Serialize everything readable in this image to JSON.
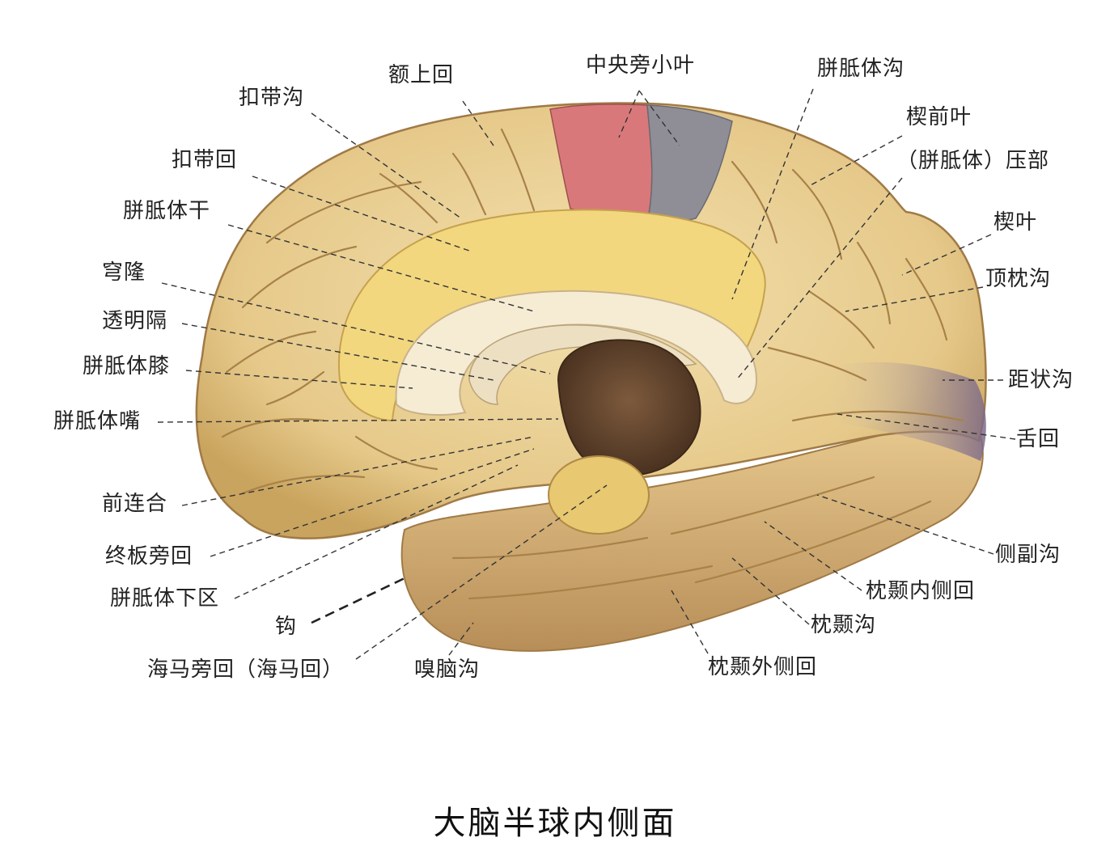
{
  "caption": "大脑半球内侧面",
  "labels": {
    "e_shang_hui": "额上回",
    "zhongyang_pangxiaoye": "中央旁小叶",
    "pianzhiti_gou": "胼胝体沟",
    "kou_dai_gou": "扣带沟",
    "xie_qian_ye": "楔前叶",
    "kou_dai_hui": "扣带回",
    "yabu": "（胼胝体）压部",
    "pianzhiti_gan": "胼胝体干",
    "xie_ye": "楔叶",
    "qionglong": "穹隆",
    "ding_zhen_gou": "顶枕沟",
    "touming_ge": "透明隔",
    "pianzhiti_xi": "胼胝体膝",
    "ju_zhuang_gou": "距状沟",
    "pianzhiti_zui": "胼胝体嘴",
    "she_hui": "舌回",
    "qian_lianhe": "前连合",
    "ce_fu_gou": "侧副沟",
    "zhongban_panghui": "终板旁回",
    "zhen_nie_neice_hui": "枕颞内侧回",
    "pianzhiti_xiaqu": "胼胝体下区",
    "gou": "钩",
    "zhen_nie_gou": "枕颞沟",
    "haima_panghui": "海马旁回（海马回）",
    "xiu_nao_gou": "嗅脑沟",
    "zhen_nie_waice_hui": "枕颞外侧回"
  },
  "colors": {
    "cortex": "#ecd49a",
    "cortex_dark": "#c9a45e",
    "sulcus": "#a88248",
    "corpus_callosum": "#f6ecd4",
    "cingulate": "#f2d77f",
    "paracentral_red": "#d9787a",
    "paracentral_gray": "#8f8e97",
    "ventricle": "#6e4f36",
    "calcarine_purple": "#8a7493"
  }
}
